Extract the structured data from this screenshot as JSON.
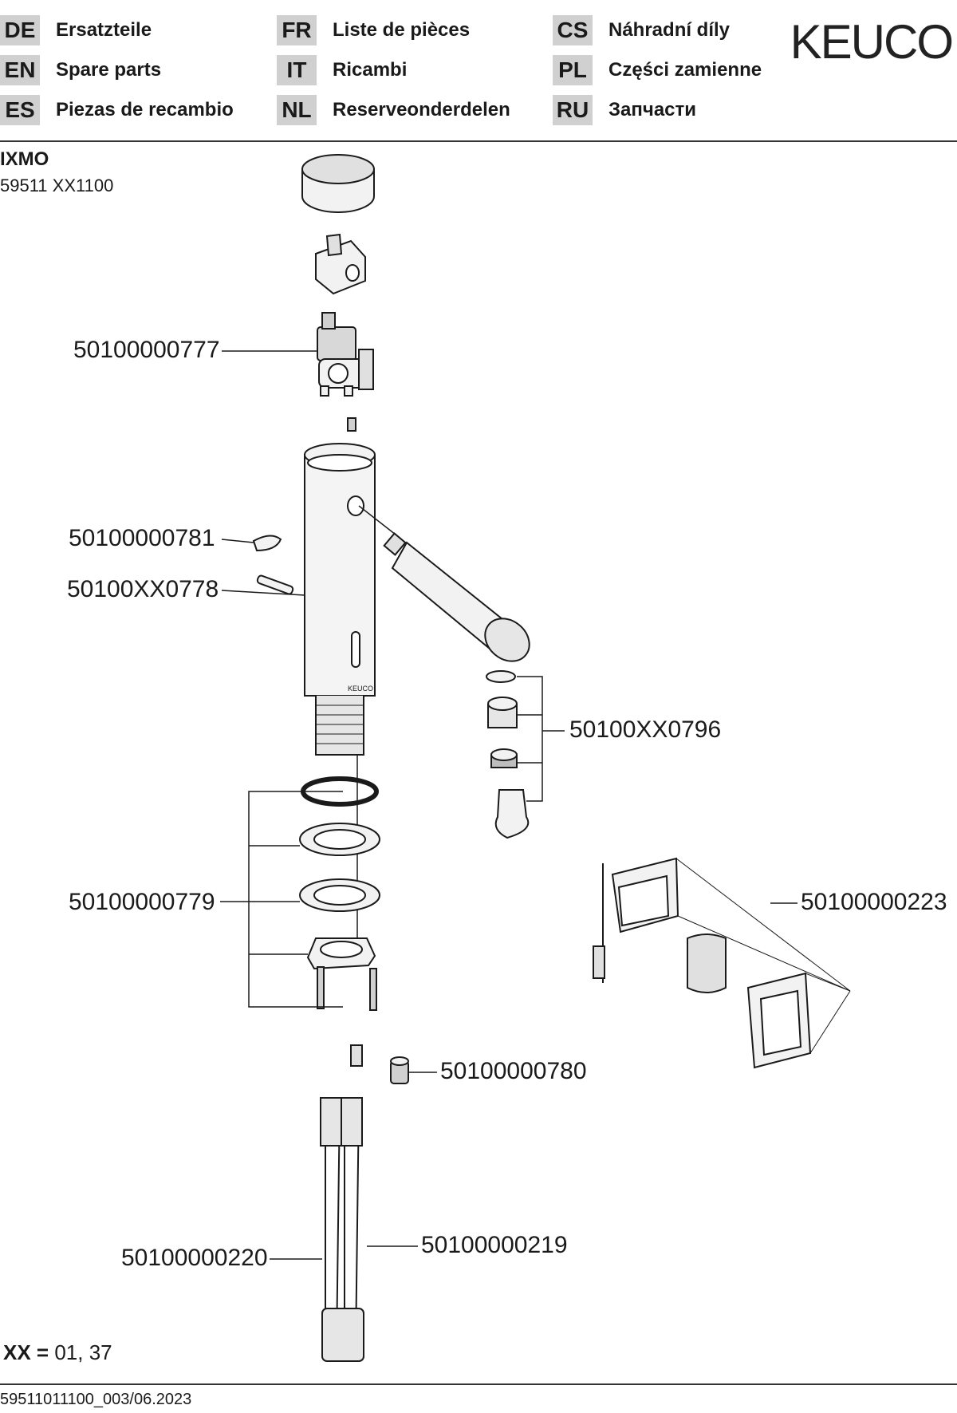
{
  "header": {
    "languages": [
      {
        "code": "DE",
        "name": "Ersatzteile"
      },
      {
        "code": "EN",
        "name": "Spare parts"
      },
      {
        "code": "ES",
        "name": "Piezas de recambio"
      },
      {
        "code": "FR",
        "name": "Liste de pièces"
      },
      {
        "code": "IT",
        "name": "Ricambi"
      },
      {
        "code": "NL",
        "name": "Reserveonderdelen"
      },
      {
        "code": "CS",
        "name": "Náhradní díly"
      },
      {
        "code": "PL",
        "name": "Części zamienne"
      },
      {
        "code": "RU",
        "name": "Запчасти"
      }
    ],
    "logo": "KEUCO"
  },
  "product": {
    "name": "IXMO",
    "model": "59511 XX1100"
  },
  "parts": [
    "50100000777",
    "50100000781",
    "50100XX0778",
    "50100XX0796",
    "50100000223",
    "50100000779",
    "50100000780",
    "50100000219",
    "50100000220"
  ],
  "drawing": {
    "body_brand": "KEUCO"
  },
  "note": {
    "key": "XX =",
    "value": "01, 37"
  },
  "footer": {
    "doc_id": "59511011100_003/06.2023"
  }
}
